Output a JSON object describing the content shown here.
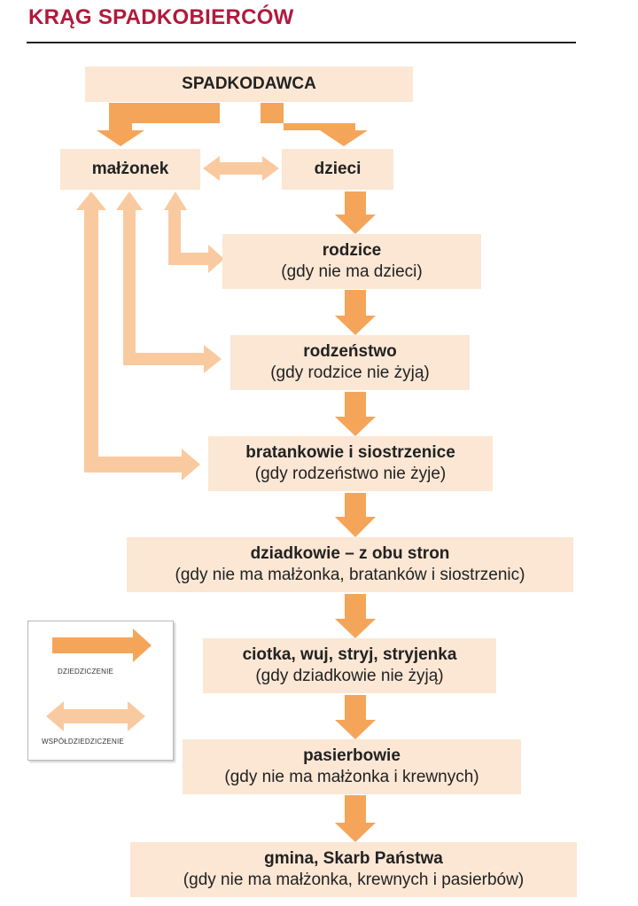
{
  "title": "KRĄG SPADKOBIERCÓW",
  "nodes": {
    "spadkodawca": {
      "label": "SPADKODAWCA"
    },
    "malzonek": {
      "label": "małżonek"
    },
    "dzieci": {
      "label": "dzieci"
    },
    "rodzice": {
      "label": "rodzice",
      "condition": "(gdy nie ma dzieci)"
    },
    "rodzenstwo": {
      "label": "rodzeństwo",
      "condition": "(gdy rodzice nie żyją)"
    },
    "bratankowie": {
      "label": "bratankowie i siostrzenice",
      "condition": "(gdy rodzeństwo nie żyje)"
    },
    "dziadkowie": {
      "label": "dziadkowie – z obu stron",
      "condition": "(gdy nie ma małżonka, bratanków i siostrzenic)"
    },
    "ciotka": {
      "label": "ciotka, wuj, stryj, stryjenka",
      "condition": "(gdy dziadkowie nie żyją)"
    },
    "pasierbowie": {
      "label": "pasierbowie",
      "condition": "(gdy nie ma małżonka i krewnych)"
    },
    "gmina": {
      "label": "gmina, Skarb Państwa",
      "condition": "(gdy nie ma małżonka, krewnych i pasierbów)"
    }
  },
  "legend": {
    "inheritance_label": "DZIEDZICZENIE",
    "coinheritance_label": "WSPÓŁDZIEDZICZENIE"
  },
  "colors": {
    "title": "#b01a3c",
    "box_fill": "#fbe7d4",
    "arrow_inheritance": "#f5a55a",
    "arrow_coinheritance": "#f9caa0"
  }
}
